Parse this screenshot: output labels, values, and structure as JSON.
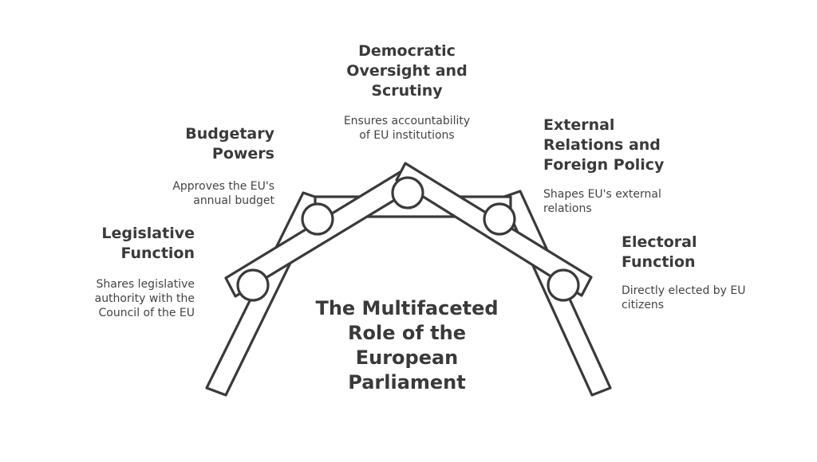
{
  "diagram": {
    "center_title": "The Multifaceted\nRole of the\nEuropean\nParliament",
    "nodes": [
      {
        "id": "legislative",
        "title": "Legislative\nFunction",
        "description": "Shares legislative\nauthority with the\nCouncil of the EU"
      },
      {
        "id": "budgetary",
        "title": "Budgetary\nPowers",
        "description": "Approves the EU's\nannual budget"
      },
      {
        "id": "democratic",
        "title": "Democratic\nOversight and\nScrutiny",
        "description": "Ensures accountability\nof EU institutions"
      },
      {
        "id": "external",
        "title": "External\nRelations and\nForeign Policy",
        "description": "Shapes EU's external\nrelations"
      },
      {
        "id": "electoral",
        "title": "Electoral\nFunction",
        "description": "Directly elected by EU\ncitizens"
      }
    ],
    "colors": {
      "stroke": "#3a3a3a",
      "fill": "#ffffff",
      "text": "#3a3a3a"
    }
  }
}
